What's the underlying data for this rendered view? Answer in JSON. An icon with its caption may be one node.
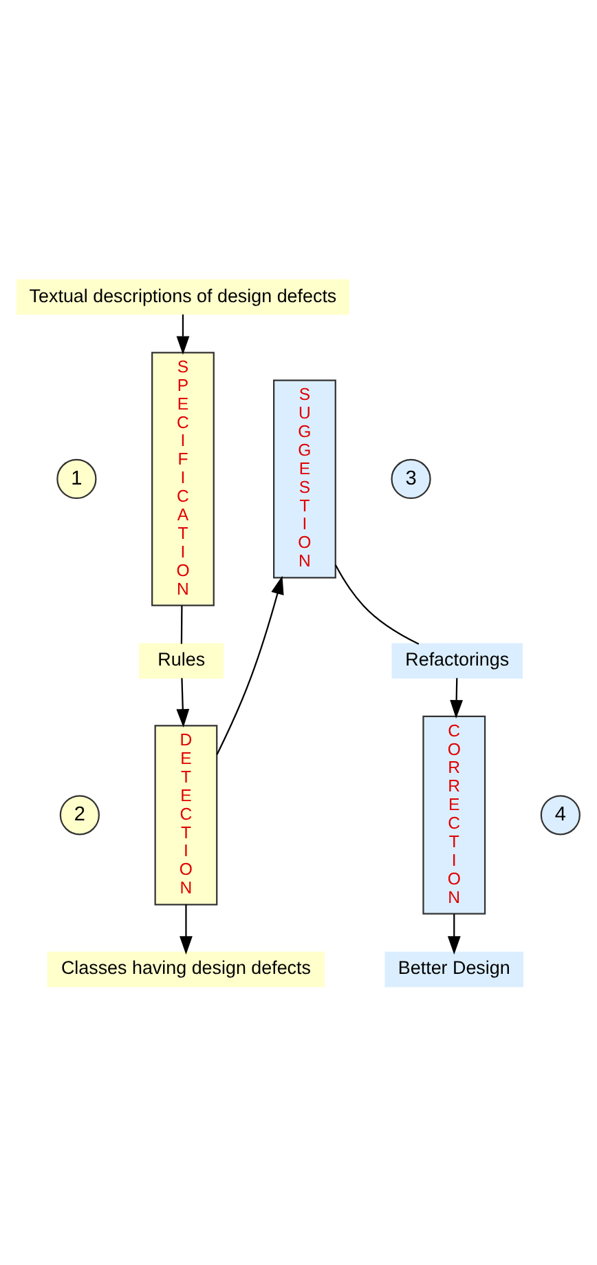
{
  "diagram": {
    "nodes": [
      {
        "text": [
          "Textual descriptions of design defects"
        ]
      },
      {
        "text": [
          "1"
        ]
      },
      {
        "text": [
          "SPECIFICATION"
        ]
      },
      {
        "text": [
          "Rules"
        ]
      },
      {
        "text": [
          "2"
        ]
      },
      {
        "text": [
          "DETECTION"
        ]
      },
      {
        "text": [
          "Classes having design defects"
        ]
      },
      {
        "text": [
          "3"
        ]
      },
      {
        "text": [
          "SUGGESTION"
        ]
      },
      {
        "text": [
          "Refactorings"
        ]
      },
      {
        "text": [
          "4"
        ]
      },
      {
        "text": [
          "CORRECTION"
        ]
      },
      {
        "text": [
          "Better Design"
        ]
      }
    ],
    "edges": [
      {
        "from": 0,
        "to": 2,
        "arrow": "to"
      },
      {
        "from": 2,
        "to": 3,
        "arrow": "none"
      },
      {
        "from": 3,
        "to": 5,
        "arrow": "to"
      },
      {
        "from": 5,
        "to": 6,
        "arrow": "to"
      },
      {
        "from": 5,
        "to": 8,
        "arrow": "to"
      },
      {
        "from": 8,
        "to": 9,
        "arrow": "none"
      },
      {
        "from": 9,
        "to": 11,
        "arrow": "to"
      },
      {
        "from": 11,
        "to": 12,
        "arrow": "to"
      }
    ]
  }
}
